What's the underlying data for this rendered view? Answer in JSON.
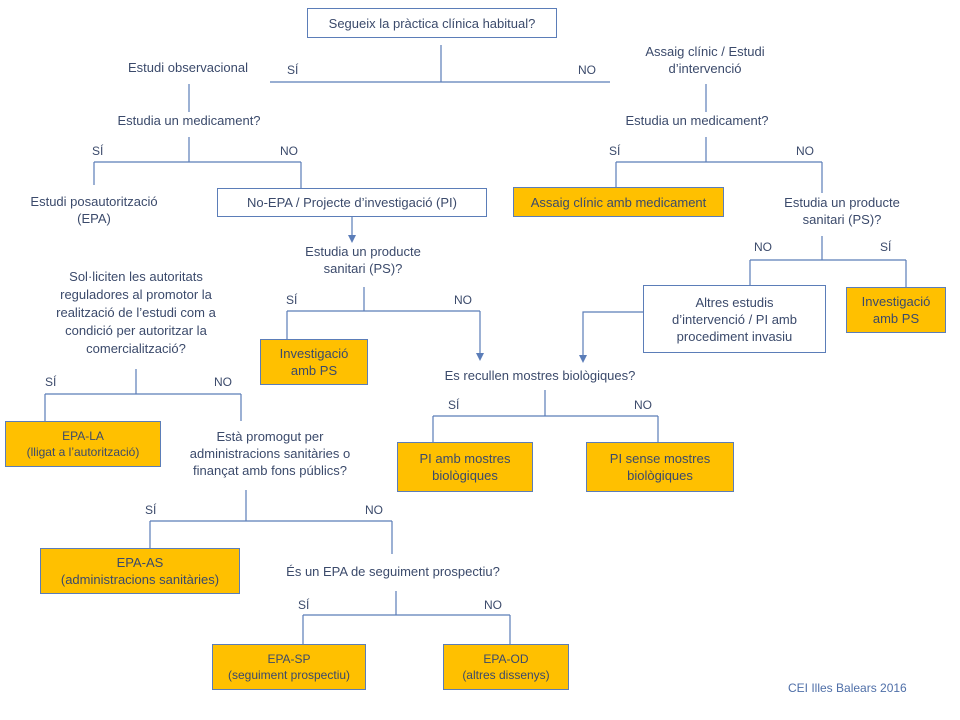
{
  "root": "Segueix la pràctica clínica habitual?",
  "credit": "CEI Illes Balears 2016",
  "left": {
    "title": "Estudi observacional",
    "q1": "Estudia un medicament?",
    "epa": [
      "Estudi posautorització",
      "(EPA)"
    ],
    "noepa": "No-EPA / Projecte d’investigació (PI)",
    "q_auth": [
      "Sol·liciten les autoritats",
      "reguladores al promotor la",
      "realització de l’estudi com a",
      "condició per autoritzar la",
      "comercialització?"
    ],
    "epa_la": [
      "EPA-LA",
      "(lligat a l’autorització)"
    ],
    "q_pub": [
      "Està promogut per",
      "administracions sanitàries o",
      "finançat amb fons públics?"
    ],
    "epa_as": [
      "EPA-AS",
      "(administracions sanitàries)"
    ],
    "q_prosp": "És un EPA de seguiment prospectiu?",
    "epa_sp": [
      "EPA-SP",
      "(seguiment prospectiu)"
    ],
    "epa_od": [
      "EPA-OD",
      "(altres dissenys)"
    ],
    "q_ps": [
      "Estudia un producte",
      "sanitari (PS)?"
    ],
    "inv_ps": [
      "Investigació",
      "amb PS"
    ]
  },
  "right": {
    "title": [
      "Assaig clínic / Estudi",
      "d’intervenció"
    ],
    "q1": "Estudia un medicament?",
    "ac_med": "Assaig clínic amb medicament",
    "q_ps": [
      "Estudia un producte",
      "sanitari (PS)?"
    ],
    "altres": [
      "Altres estudis",
      "d’intervenció / PI amb",
      "procediment invasiu"
    ],
    "inv_ps": [
      "Investigació",
      "amb PS"
    ]
  },
  "center": {
    "q_bio": "Es recullen mostres biològiques?",
    "pi_amb": [
      "PI amb mostres",
      "biològiques"
    ],
    "pi_sense": [
      "PI sense mostres",
      "biològiques"
    ]
  },
  "labels": {
    "yes": "SÍ",
    "no": "NO"
  }
}
